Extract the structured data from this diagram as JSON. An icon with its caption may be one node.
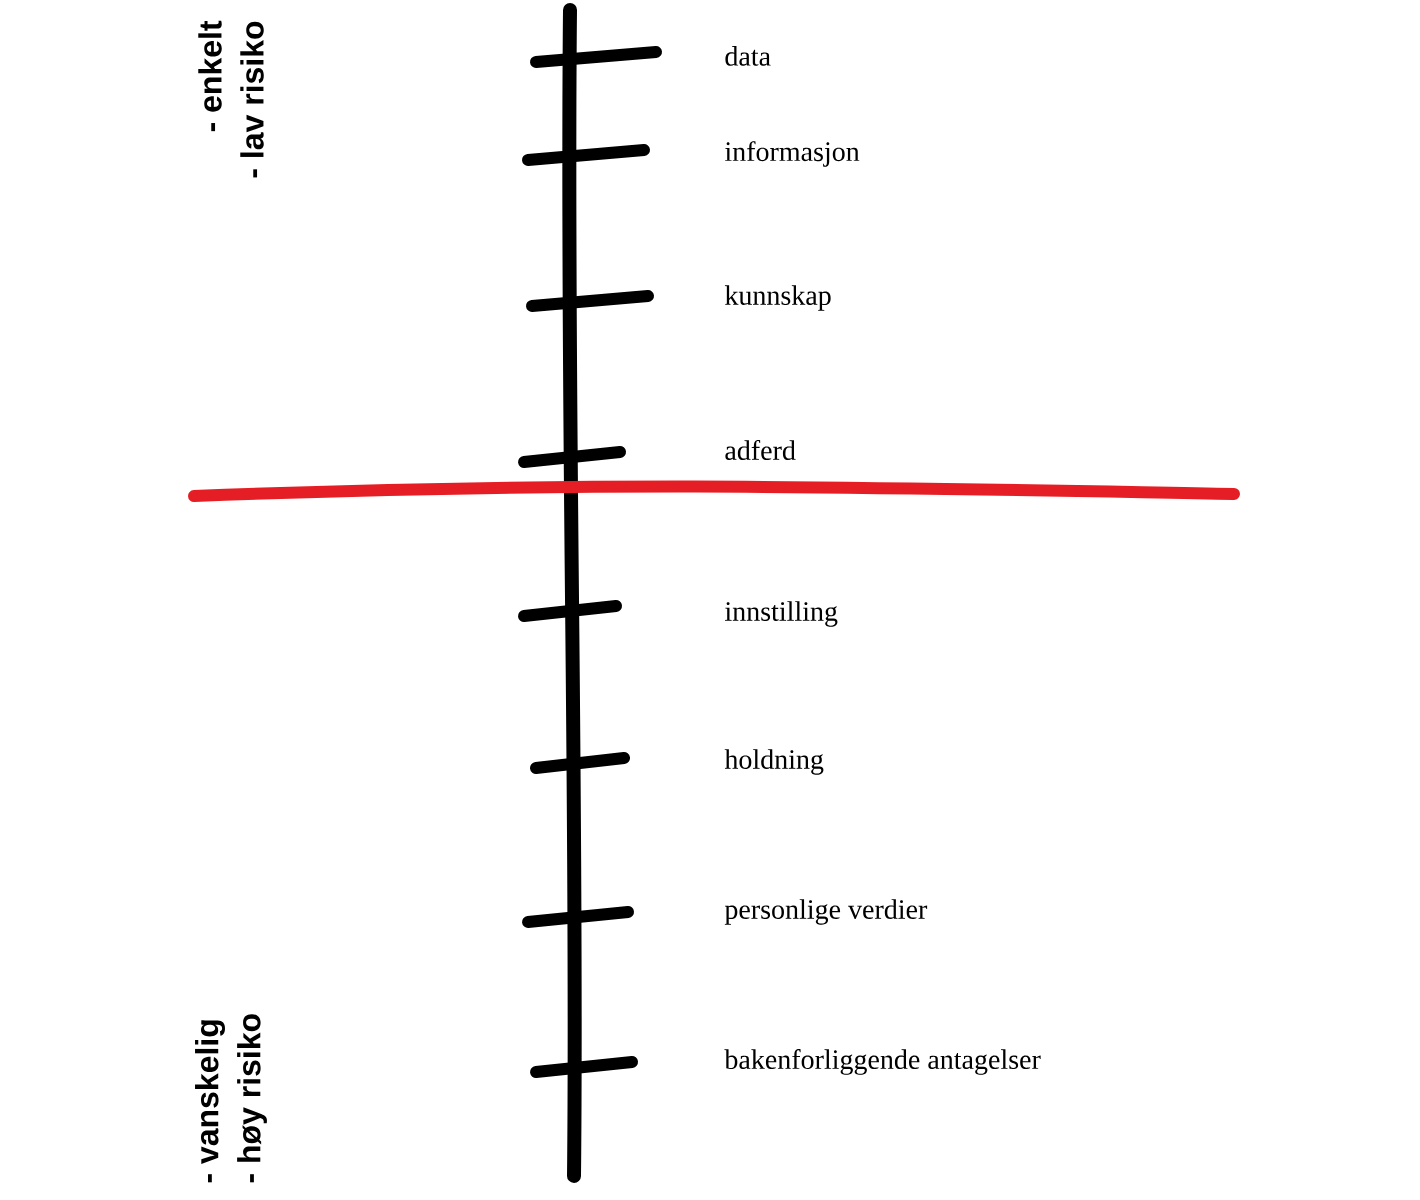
{
  "diagram": {
    "labels": [
      "- enkelt",
      "- lav risiko",
      "data",
      "informasjon",
      "kunnskap",
      "adferd",
      "innstilling",
      "holdning",
      "personlige verdier",
      "bakenforliggende antagelser",
      "- vanskelig",
      "- høy risiko"
    ]
  }
}
